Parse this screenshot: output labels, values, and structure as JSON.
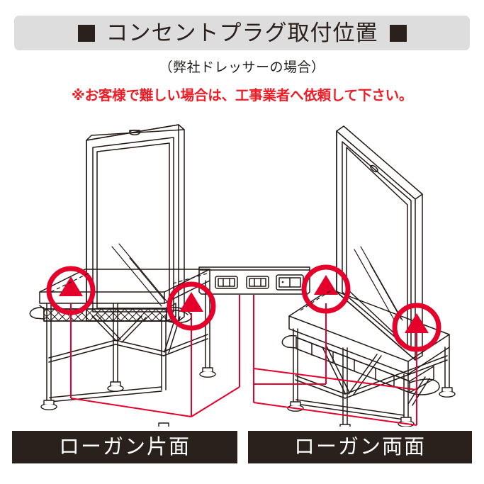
{
  "header": {
    "bullet_icon": "filled-square",
    "title": "コンセントプラグ取付位置",
    "background_color": "#DDDDDD",
    "text_color": "#2B211C"
  },
  "subtitle": {
    "text": "（弊社ドレッサーの場合）",
    "color": "#1D1D1B"
  },
  "warning": {
    "text": "※お客様で難しい場合は、工事業者へ依頼して下さい。",
    "color": "#EE1C25"
  },
  "diagram": {
    "line_color": "#231815",
    "marker_color": "#E4002B",
    "background": "#FFFFFF",
    "left_unit": {
      "name": "single-sided-dresser",
      "view": "front-three-quarter",
      "mirror": "large rectangular mirror with top light fixture",
      "shelf": "mesh crosshatch under-shelf",
      "markers": [
        {
          "id": "left-outlet-marker-1",
          "position": "tabletop left rear",
          "type": "circle-arrow-up"
        },
        {
          "id": "left-outlet-marker-2",
          "position": "tabletop right rear",
          "type": "circle-arrow-up"
        }
      ]
    },
    "right_unit": {
      "name": "double-sided-dresser",
      "view": "angled-three-quarter",
      "mirror": "large rectangular mirror with top light fixture",
      "shelf": "slatted under-shelf",
      "markers": [
        {
          "id": "right-outlet-marker-1",
          "position": "tabletop left rear",
          "type": "circle-arrow-up"
        },
        {
          "id": "right-outlet-marker-2",
          "position": "tabletop right rear",
          "type": "circle-arrow-up"
        }
      ]
    },
    "outlet_plate": {
      "name": "wall-outlet-plate",
      "socket_count": 3,
      "description": "3口コンセントプレート"
    }
  },
  "footer": {
    "labels": [
      {
        "id": "label-left",
        "text": "ローガン片面"
      },
      {
        "id": "label-right",
        "text": "ローガン両面"
      }
    ],
    "background_color": "#2B211C",
    "text_color": "#FFFFFF"
  }
}
